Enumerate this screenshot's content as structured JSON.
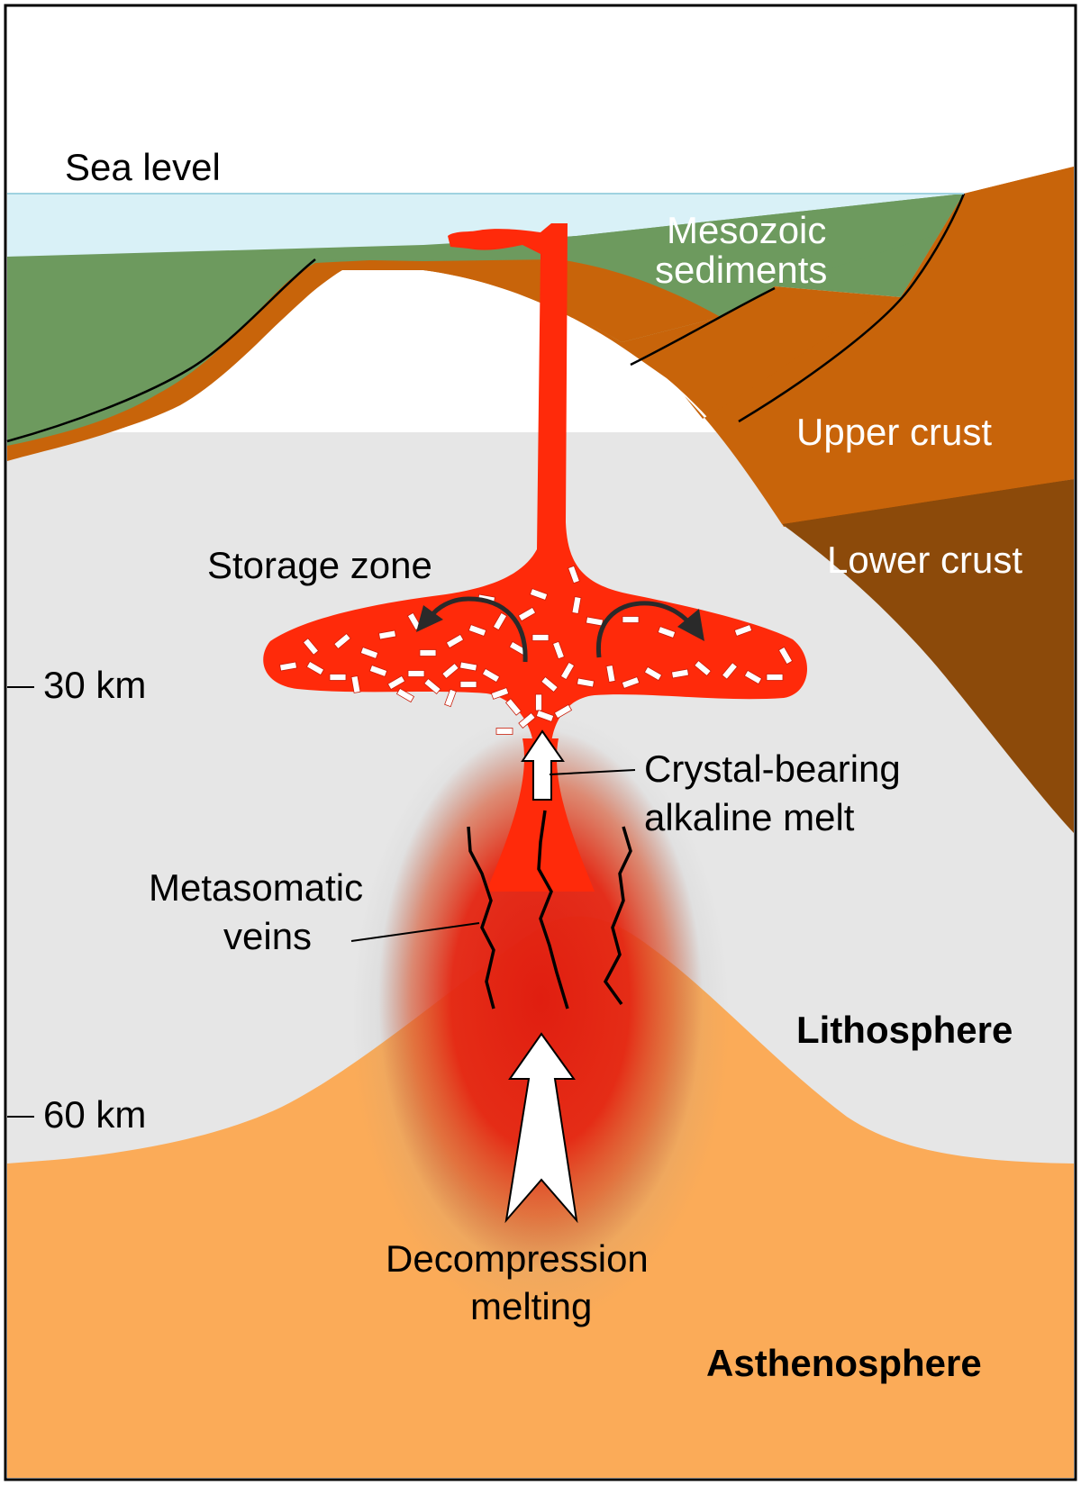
{
  "labels": {
    "sea_level": "Sea level",
    "mesozoic_line1": "Mesozoic",
    "mesozoic_line2": "sediments",
    "upper_crust": "Upper crust",
    "lower_crust": "Lower crust",
    "storage_zone": "Storage zone",
    "depth_30": "30 km",
    "depth_60": "60 km",
    "melt_line1": "Crystal-bearing",
    "melt_line2": "alkaline melt",
    "veins_line1": "Metasomatic",
    "veins_line2": "veins",
    "lithosphere": "Lithosphere",
    "decompression_line1": "Decompression",
    "decompression_line2": "melting",
    "asthenosphere": "Asthenosphere"
  },
  "colors": {
    "sky": "#ffffff",
    "sea": "#d9f1f7",
    "mesozoic_sediments": "#6d9a5e",
    "upper_crust": "#c8640a",
    "lower_crust": "#8c4a0a",
    "lithosphere": "#e6e6e6",
    "asthenosphere": "#fbab58",
    "magma": "#ff2a0a",
    "melt_glow": "#e02a10"
  }
}
